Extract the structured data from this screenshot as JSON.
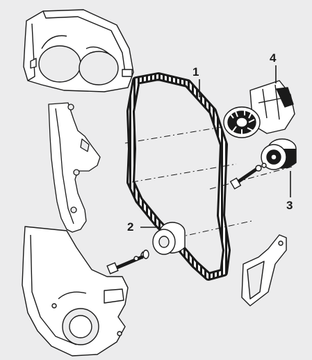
{
  "callouts": {
    "belt": "1",
    "idler_pulley": "2",
    "tensioner_pulley": "3",
    "water_pump": "4"
  },
  "colors": {
    "background": "#ececed",
    "ink": "#1a1a1a",
    "part_fill": "#ffffff"
  }
}
